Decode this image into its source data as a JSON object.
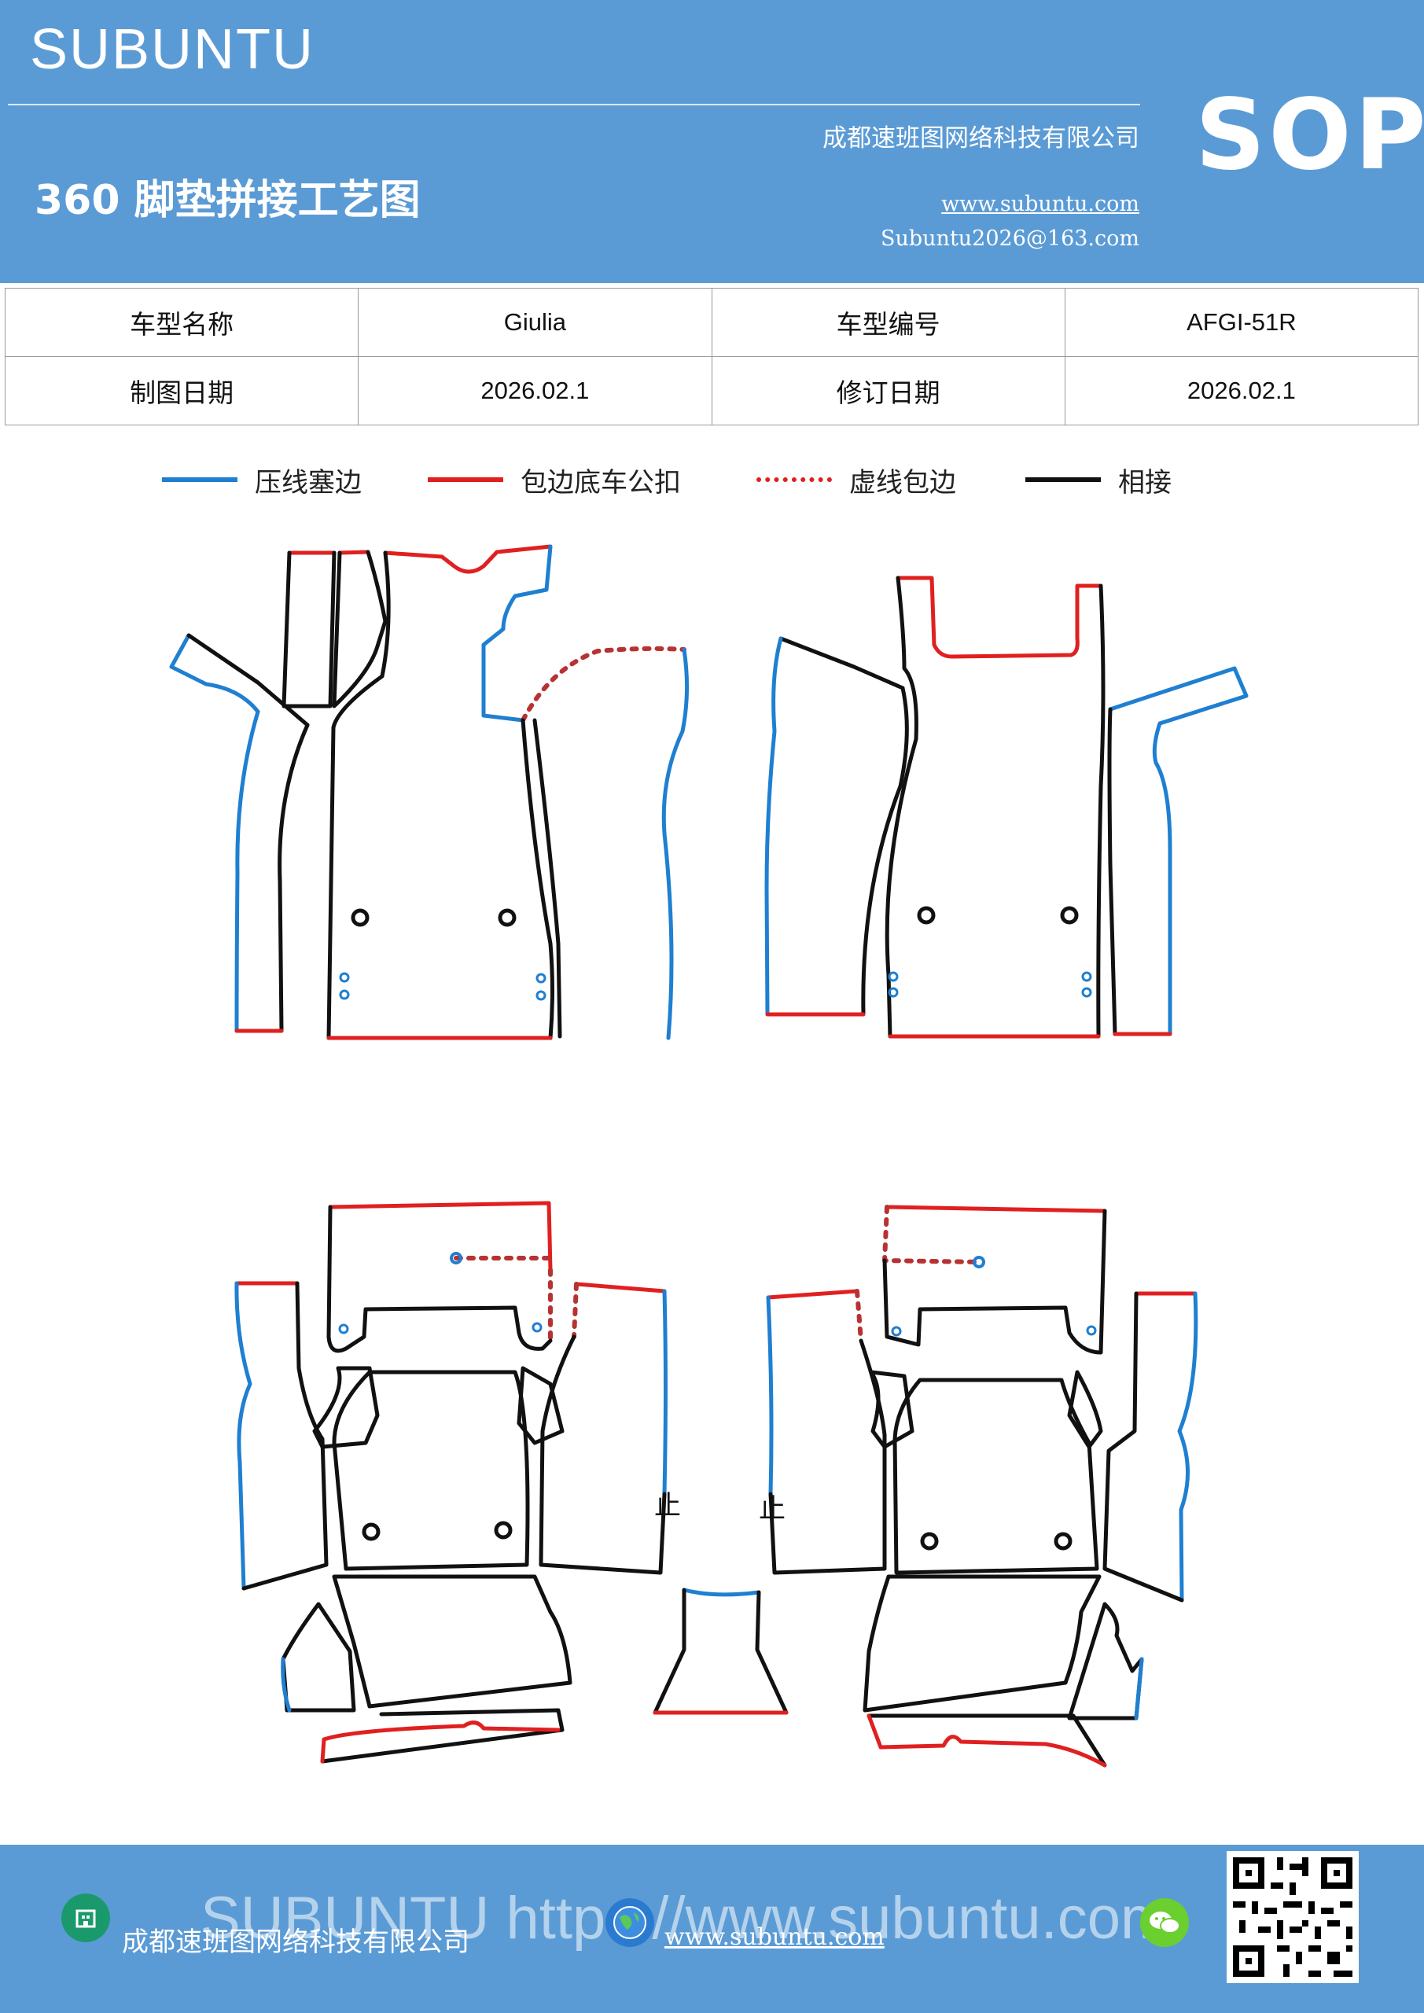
{
  "header": {
    "brand": "SUBUNTU",
    "title": "360 脚垫拼接工艺图",
    "company": "成都速班图网络科技有限公司",
    "website": "www.subuntu.com",
    "email": "Subuntu2026@163.com",
    "doc_type": "SOP"
  },
  "info_table": {
    "model_name_label": "车型名称",
    "model_name": "Giulia",
    "model_code_label": "车型编号",
    "model_code": "AFGI-51R",
    "draw_date_label": "制图日期",
    "draw_date": "2026.02.1",
    "revision_date_label": "修订日期",
    "revision_date": "2026.02.1"
  },
  "legend": [
    {
      "label": "压线塞边",
      "color": "#1f7fd1",
      "style": "solid"
    },
    {
      "label": "包边底车公扣",
      "color": "#e02020",
      "style": "solid"
    },
    {
      "label": "虚线包边",
      "color": "#e02020",
      "style": "dotted"
    },
    {
      "label": "相接",
      "color": "#111111",
      "style": "solid"
    }
  ],
  "colors": {
    "blue": "#1f7fd1",
    "red": "#e02020",
    "black": "#111111",
    "header_bg": "#5b9bd5"
  },
  "footer": {
    "watermark": "SUBUNTU https://www.subuntu.com",
    "company": "成都速班图网络科技有限公司",
    "website": "www.subuntu.com",
    "icons": [
      "building-icon",
      "globe-icon",
      "wechat-icon",
      "qr-code"
    ]
  }
}
